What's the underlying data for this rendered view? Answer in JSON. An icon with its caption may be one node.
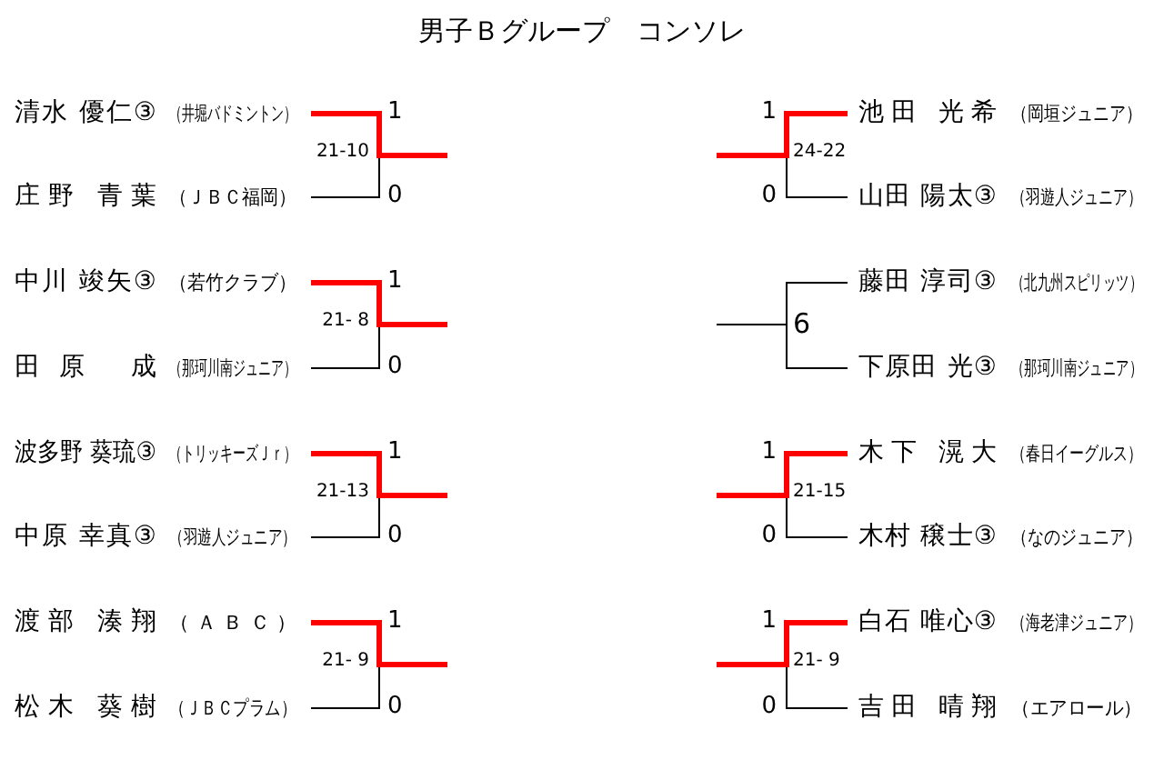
{
  "diagram": {
    "title": "男子Ｂグループ　コンソレ",
    "nodes": [
      {
        "text": [
          "清水 優仁③",
          "（井堀バドミントン）"
        ]
      },
      {
        "text": [
          "池田 光希",
          "（岡垣ジュニア）"
        ]
      },
      {
        "text": [
          "庄野 青葉",
          "（ＪＢＣ福岡）"
        ]
      },
      {
        "text": [
          "山田 陽太③",
          "（羽遊人ジュニア）"
        ]
      },
      {
        "text": [
          "中川 竣矢③",
          "（若竹クラブ）"
        ]
      },
      {
        "text": [
          "藤田 淳司③",
          "（北九州スピリッツ）"
        ]
      },
      {
        "text": [
          "田原 成",
          "（那珂川南ジュニア）"
        ]
      },
      {
        "text": [
          "下原田 光③",
          "（那珂川南ジュニア）"
        ]
      },
      {
        "text": [
          "波多野 葵琉③",
          "（トリッキーズＪｒ）"
        ]
      },
      {
        "text": [
          "木下 滉大",
          "（春日イーグルス）"
        ]
      },
      {
        "text": [
          "中原 幸真③",
          "（羽遊人ジュニア）"
        ]
      },
      {
        "text": [
          "木村 穣士③",
          "（なのジュニア）"
        ]
      },
      {
        "text": [
          "渡部 湊翔",
          "（ＡＢＣ）"
        ]
      },
      {
        "text": [
          "白石 唯心③",
          "（海老津ジュニア）"
        ]
      },
      {
        "text": [
          "松木 葵樹",
          "（ＪＢＣプラム）"
        ]
      },
      {
        "text": [
          "吉田 晴翔",
          "（エアロール）"
        ]
      }
    ],
    "edges": [
      {
        "from": 0,
        "to": null,
        "arrow": "none",
        "label": "1",
        "style": "thick",
        "color": "#ff0000"
      },
      {
        "from": 2,
        "to": null,
        "arrow": "none",
        "label": "0"
      },
      {
        "from": 1,
        "to": null,
        "arrow": "none",
        "label": "1",
        "style": "thick",
        "color": "#ff0000"
      },
      {
        "from": 3,
        "to": null,
        "arrow": "none",
        "label": "0"
      },
      {
        "from": 4,
        "to": null,
        "arrow": "none",
        "label": "1",
        "style": "thick",
        "color": "#ff0000"
      },
      {
        "from": 6,
        "to": null,
        "arrow": "none",
        "label": "0"
      },
      {
        "from": 5,
        "to": null,
        "arrow": "none"
      },
      {
        "from": 7,
        "to": null,
        "arrow": "none"
      },
      {
        "from": 8,
        "to": null,
        "arrow": "none",
        "label": "1",
        "style": "thick",
        "color": "#ff0000"
      },
      {
        "from": 10,
        "to": null,
        "arrow": "none",
        "label": "0"
      },
      {
        "from": 9,
        "to": null,
        "arrow": "none",
        "label": "1",
        "style": "thick",
        "color": "#ff0000"
      },
      {
        "from": 11,
        "to": null,
        "arrow": "none",
        "label": "0"
      },
      {
        "from": 12,
        "to": null,
        "arrow": "none",
        "label": "1",
        "style": "thick",
        "color": "#ff0000"
      },
      {
        "from": 14,
        "to": null,
        "arrow": "none",
        "label": "0"
      },
      {
        "from": 13,
        "to": null,
        "arrow": "none",
        "label": "1",
        "style": "thick",
        "color": "#ff0000"
      },
      {
        "from": 15,
        "to": null,
        "arrow": "none",
        "label": "0"
      }
    ],
    "labels": [
      "21-10",
      "24-22",
      "21- 8",
      "6",
      "21-13",
      "21-15",
      "21- 9",
      "21- 9"
    ]
  }
}
